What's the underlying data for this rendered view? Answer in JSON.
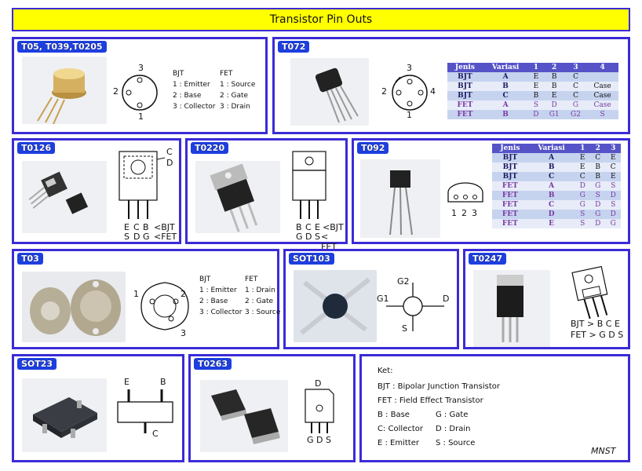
{
  "title": "Transistor Pin Outs",
  "panels": {
    "to5": {
      "label": "T05, T039,T0205",
      "pins": [
        "3",
        "2",
        "1"
      ],
      "bjt_head": "BJT",
      "bjt": [
        "1 : Emitter",
        "2 : Base",
        "3 : Collector"
      ],
      "fet_head": "FET",
      "fet": [
        "1 : Source",
        "2 : Gate",
        "3 : Drain"
      ]
    },
    "to72": {
      "label": "T072",
      "pins": [
        "3",
        "2",
        "4",
        "1"
      ],
      "table": {
        "headers": [
          "Jenis",
          "Variasi",
          "1",
          "2",
          "3",
          "4"
        ],
        "rows": [
          [
            "BJT",
            "A",
            "E",
            "B",
            "C",
            ""
          ],
          [
            "BJT",
            "B",
            "E",
            "B",
            "C",
            "Case"
          ],
          [
            "BJT",
            "C",
            "B",
            "E",
            "C",
            "Case"
          ],
          [
            "FET",
            "A",
            "S",
            "D",
            "G",
            "Case"
          ],
          [
            "FET",
            "B",
            "D",
            "G1",
            "G2",
            "S"
          ]
        ]
      }
    },
    "to126": {
      "label": "T0126",
      "side": [
        "C",
        "D"
      ],
      "row_bjt": [
        "E",
        "C",
        "B",
        "<BJT"
      ],
      "row_fet": [
        "S",
        "D",
        "G",
        "<FET"
      ]
    },
    "to220": {
      "label": "T0220",
      "row_bjt": [
        "B",
        "C",
        "E",
        "<BJT"
      ],
      "row_fet": [
        "G",
        "D",
        "S",
        "< FET"
      ]
    },
    "to92": {
      "label": "T092",
      "pins": [
        "1",
        "2",
        "3"
      ],
      "table": {
        "headers": [
          "Jenis",
          "Variasi",
          "1",
          "2",
          "3"
        ],
        "rows": [
          [
            "BJT",
            "A",
            "E",
            "C",
            "E"
          ],
          [
            "BJT",
            "B",
            "E",
            "B",
            "C"
          ],
          [
            "BJT",
            "C",
            "C",
            "B",
            "E"
          ],
          [
            "FET",
            "A",
            "D",
            "G",
            "S"
          ],
          [
            "FET",
            "B",
            "G",
            "S",
            "D"
          ],
          [
            "FET",
            "C",
            "G",
            "D",
            "S"
          ],
          [
            "FET",
            "D",
            "S",
            "G",
            "D"
          ],
          [
            "FET",
            "E",
            "S",
            "D",
            "G"
          ]
        ]
      }
    },
    "to3": {
      "label": "T03",
      "pins": [
        "1",
        "2",
        "3"
      ],
      "bjt_head": "BJT",
      "bjt": [
        "1 : Emitter",
        "2 : Base",
        "3 : Collector"
      ],
      "fet_head": "FET",
      "fet": [
        "1 : Drain",
        "2 : Gate",
        "3 : Source"
      ]
    },
    "sot103": {
      "label": "SOT103",
      "pins": [
        "G2",
        "G1",
        "D",
        "S"
      ]
    },
    "to247": {
      "label": "T0247",
      "row_bjt": "BJT > B C E",
      "row_fet": "FET > G D S"
    },
    "sot23": {
      "label": "SOT23",
      "pins": [
        "E",
        "B",
        "C"
      ]
    },
    "to263": {
      "label": "T0263",
      "pins": [
        "D",
        "G",
        "D",
        "S"
      ]
    },
    "legend": {
      "title": "Ket:",
      "lines": [
        "BJT : Bipolar Junction Transistor",
        "FET : Field Effect Transistor"
      ],
      "pairs": [
        [
          "B : Base",
          "G : Gate"
        ],
        [
          "C: Collector",
          "D : Drain"
        ],
        [
          "E : Emitter",
          "S : Source"
        ]
      ],
      "signature": "MNST"
    }
  }
}
